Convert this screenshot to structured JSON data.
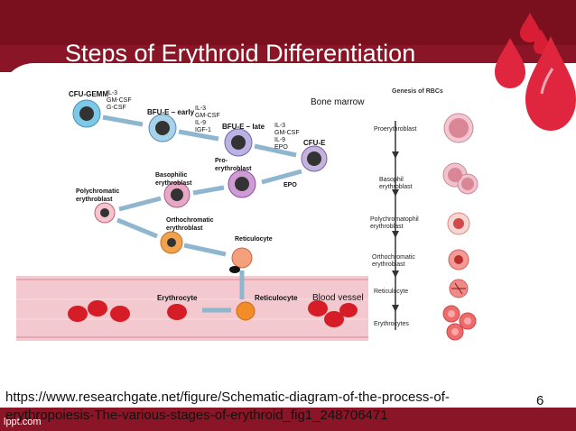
{
  "slide": {
    "title": "Steps of Erythroid Differentiation",
    "page_number": "6",
    "source_url_line1": "https://www.researchgate.net/figure/Schematic-diagram-of-the-process-of-",
    "source_url_line2": "erythropoiesis-The-various-stages-of-erythroid_fig1_248706471",
    "footer_logo": "lppt.com"
  },
  "colors": {
    "header": "#7a0f1e",
    "vessel": "#f3c9cf",
    "rbc": "#d61d27"
  },
  "left_diagram": {
    "region_bone_marrow": "Bone marrow",
    "region_blood_vessel": "Blood vessel",
    "stages": [
      {
        "label": "CFU-GEMM",
        "factors": "IL-3\nGM-CSF\nG-CSF"
      },
      {
        "label": "BFU-E – early",
        "factors": "IL-3\nGM-CSF\nIL-9\nIGF-1"
      },
      {
        "label": "BFU-E – late",
        "factors": "IL-3\nGM-CSF\nIL-9\nEPO"
      },
      {
        "label": "CFU-E",
        "factors": ""
      },
      {
        "label": "Pro-\nerythroblast",
        "factors": "EPO"
      },
      {
        "label": "Basophilic\nerythroblast",
        "factors": ""
      },
      {
        "label": "Polychromatic\nerythroblast",
        "factors": ""
      },
      {
        "label": "Orthochromatic\nerythroblast",
        "factors": ""
      },
      {
        "label": "Reticulocyte",
        "factors": ""
      }
    ],
    "vessel_labels": {
      "erythrocyte": "Erythrocyte",
      "reticulocyte": "Reticulocyte"
    }
  },
  "right_diagram": {
    "title": "Genesis of RBCs",
    "stages": [
      "Proerythroblast",
      "Basophil\nerythroblast",
      "Polychromatophil\nerythroblast",
      "Orthochromatic\nerythroblast",
      "Reticulocyte",
      "Erythrocytes"
    ]
  }
}
